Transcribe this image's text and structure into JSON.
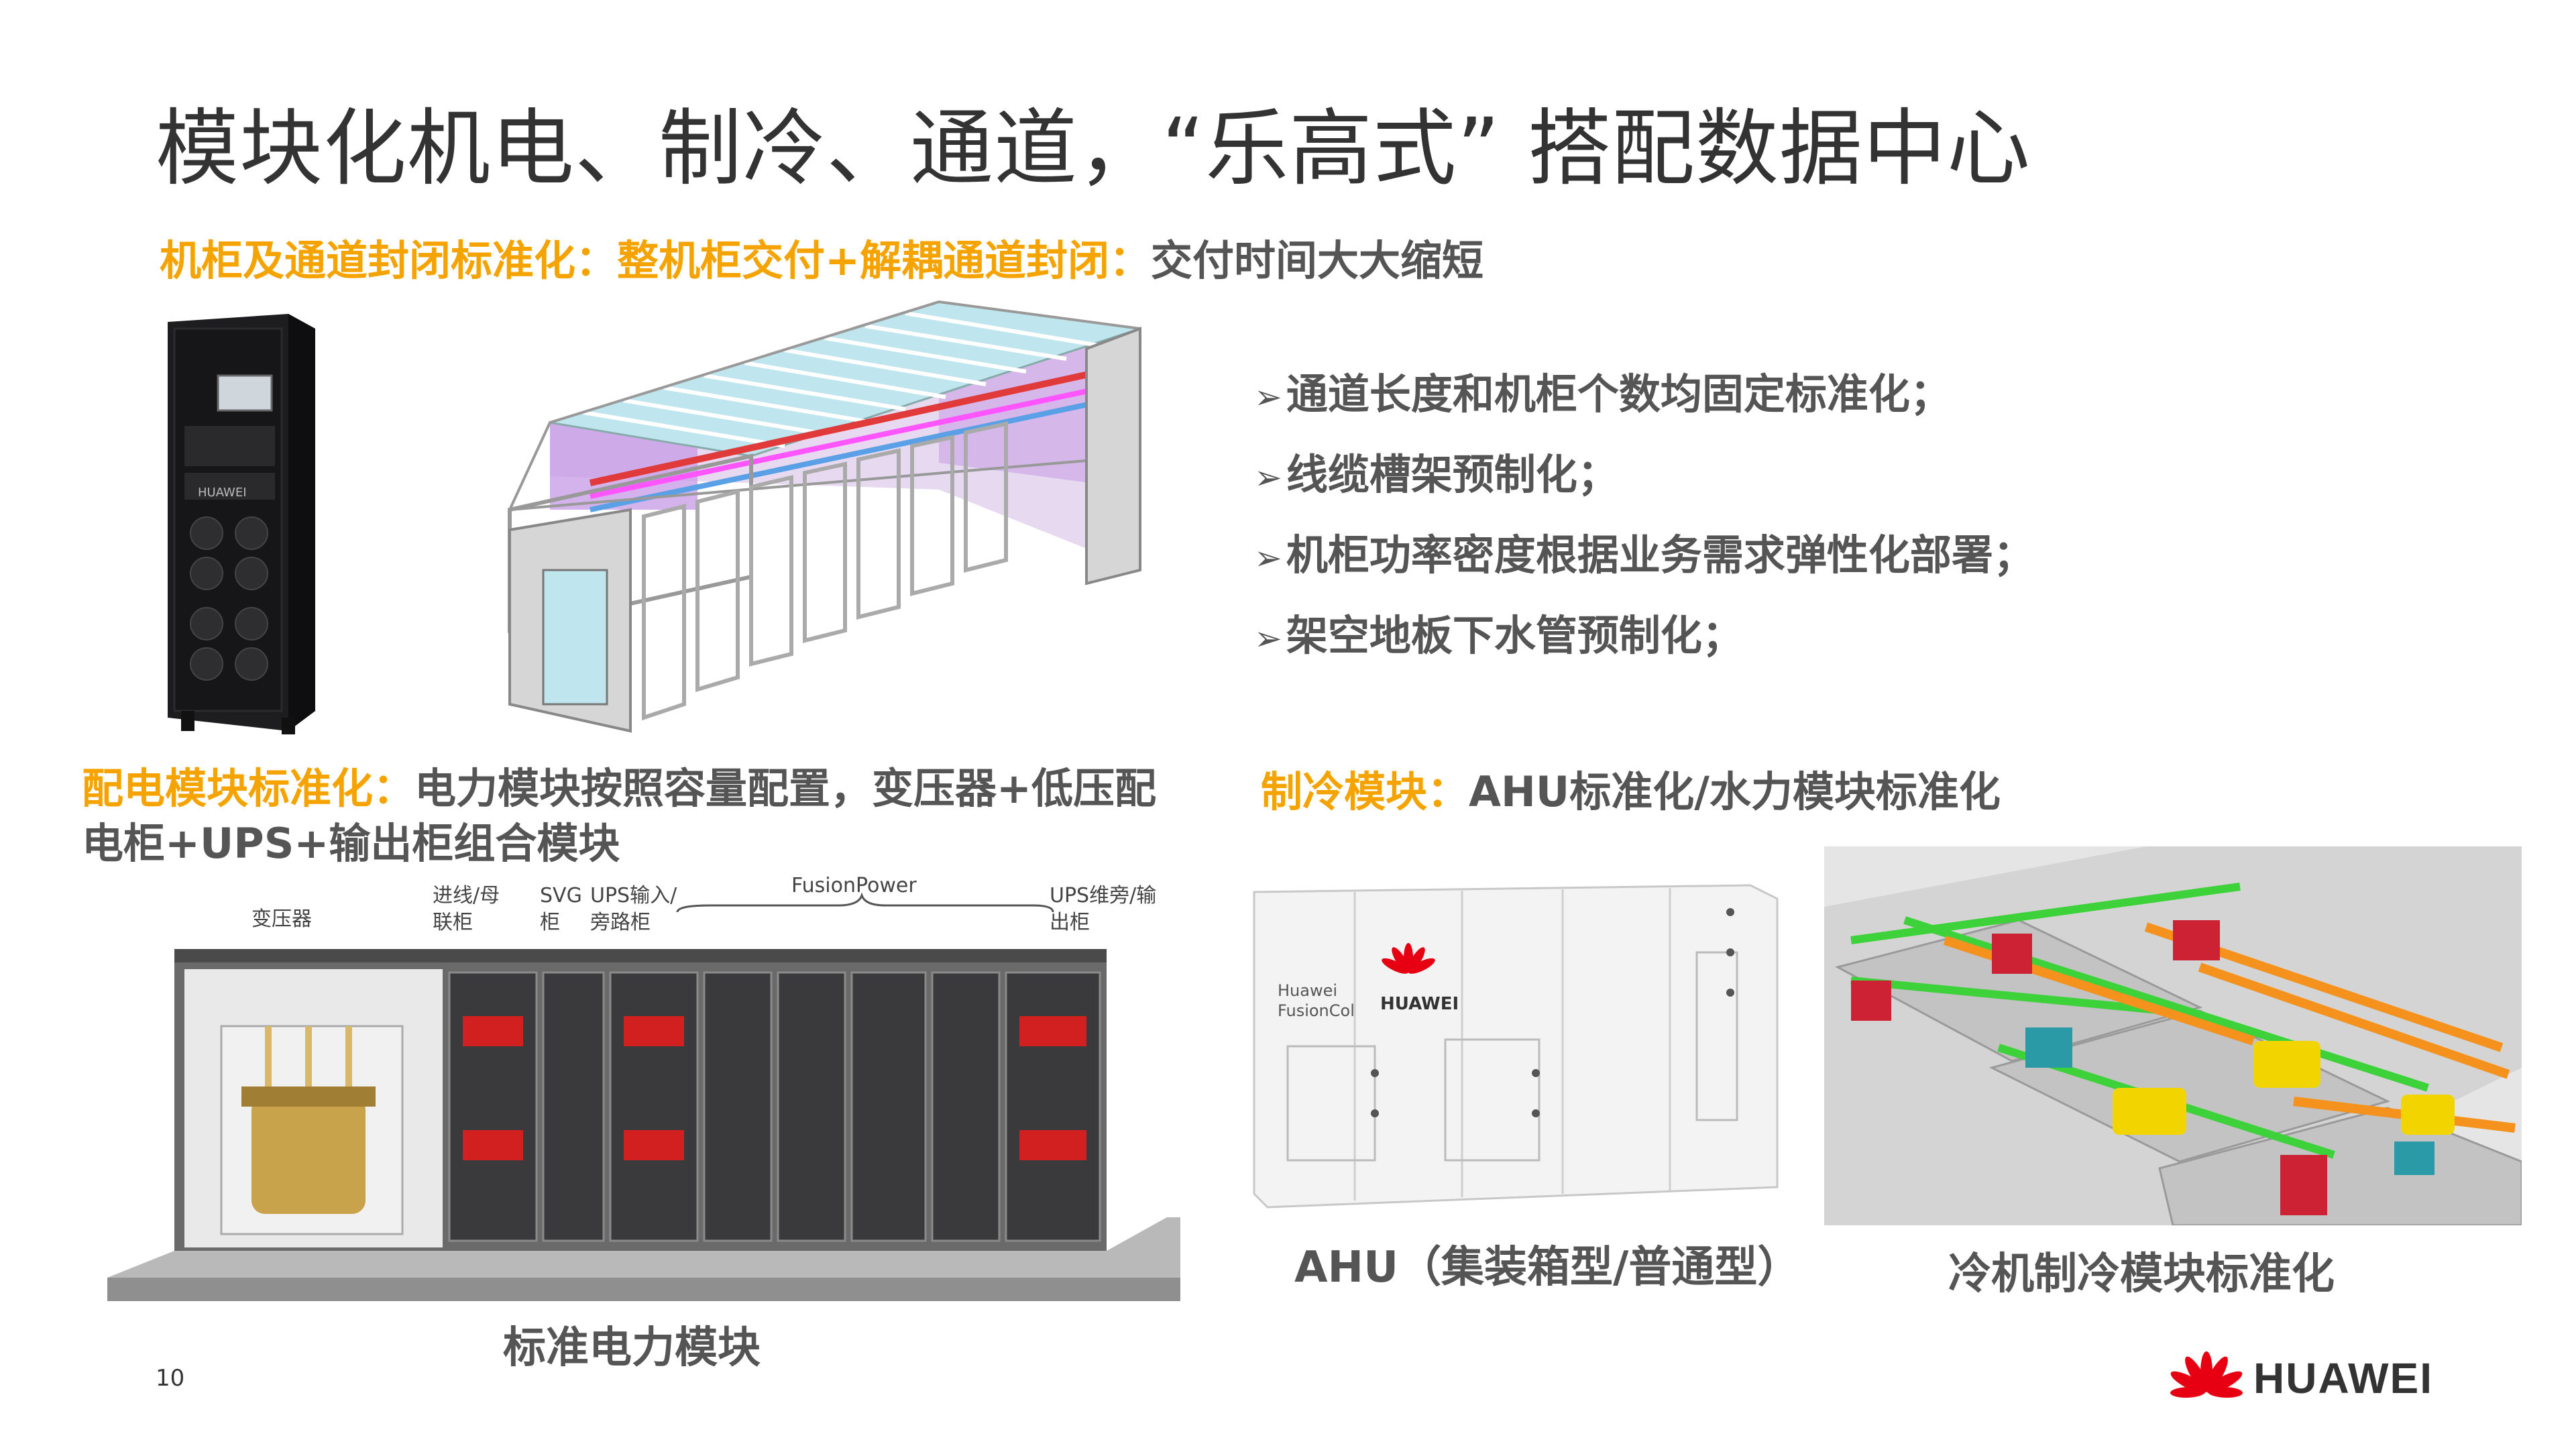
{
  "title": "模块化机电、制冷、通道，“乐高式” 搭配数据中心",
  "section1": {
    "label": "机柜及通道封闭标准化：整机柜交付+解耦通道封闭：",
    "text": "交付时间大大缩短"
  },
  "cabinet_brand": "HUAWEI",
  "bullets": [
    "通道长度和机柜个数均固定标准化；",
    "线缆槽架预制化；",
    "机柜功率密度根据业务需求弹性化部署；",
    "架空地板下水管预制化；"
  ],
  "bullet_marker": "➢",
  "section2": {
    "label": "配电模块标准化：",
    "text_line1": "电力模块按照容量配置，变压器+低压配",
    "text_line2": "电柜+UPS+输出柜组合模块"
  },
  "power_labels": {
    "transformer": "变压器",
    "incoming_1": "进线/母",
    "incoming_2": "联柜",
    "svg_1": "SVG",
    "svg_2": "柜",
    "ups_in_1": "UPS输入/",
    "ups_in_2": "旁路柜",
    "fusionpower": "FusionPower",
    "ups_out_1": "UPS维旁/输",
    "ups_out_2": "出柜"
  },
  "caption_power": "标准电力模块",
  "section3": {
    "label": "制冷模块：",
    "text": "AHU标准化/水力模块标准化"
  },
  "ahu_labels": {
    "line1": "Huawei",
    "line2": "FusionCol",
    "brand": "HUAWEI"
  },
  "caption_ahu": "AHU（集装箱型/普通型）",
  "caption_chiller": "冷机制冷模块标准化",
  "page_number": "10",
  "logo_text": "HUAWEI",
  "colors": {
    "accent": "#f5a300",
    "text": "#555555",
    "brand_red": "#e60012"
  }
}
